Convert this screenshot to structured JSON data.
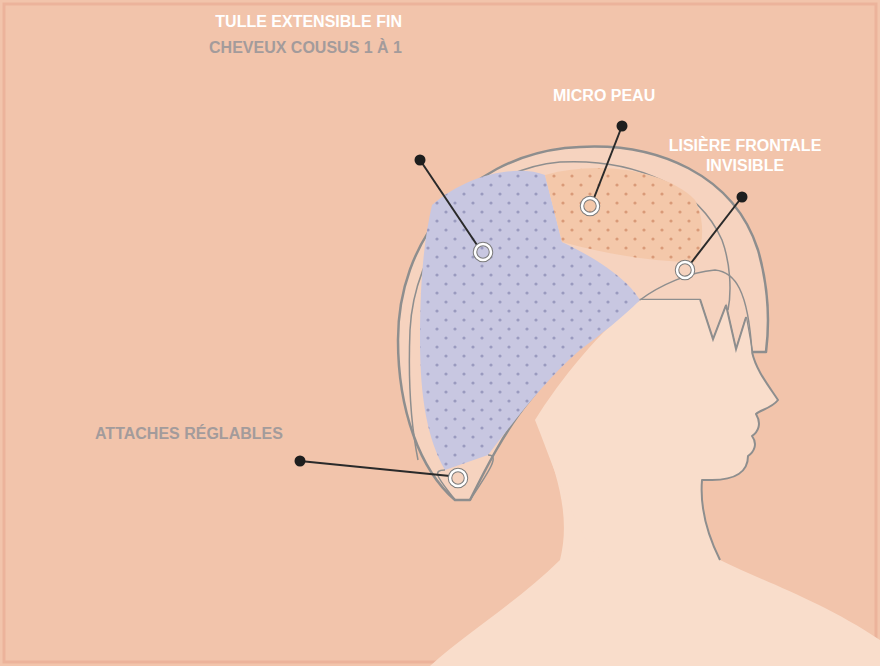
{
  "diagram": {
    "labels": [
      "TULLE EXTENSIBLE FIN",
      "CHEVEUX COUSUS 1 À 1",
      "MICRO PEAU",
      "LISIÈRE FRONTALE INVISIBLE",
      "ATTACHES RÉGLABLES"
    ]
  }
}
